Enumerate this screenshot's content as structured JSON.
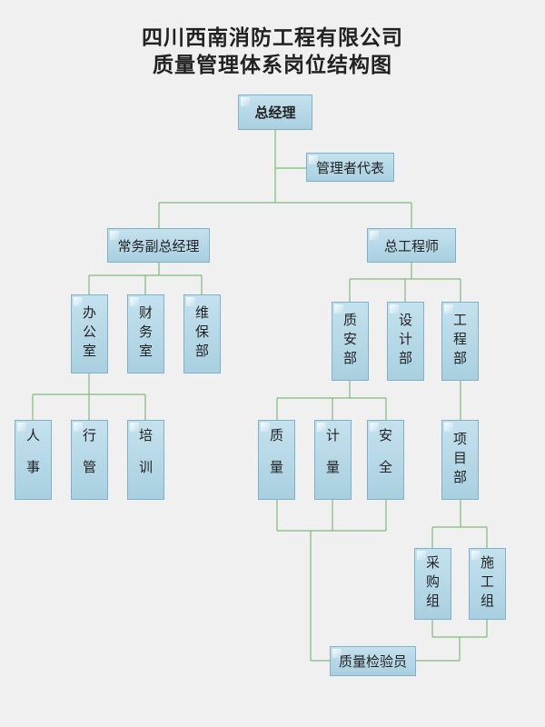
{
  "title": {
    "line1": "四川西南消防工程有限公司",
    "line2": "质量管理体系岗位结构图"
  },
  "nodes": {
    "gm": "总经理",
    "rep": "管理者代表",
    "vgm": "常务副总经理",
    "chief_engineer": "总工程师",
    "office": "办公室",
    "finance": "财务室",
    "maintenance": "维保部",
    "hr": "人事",
    "admin": "行管",
    "training": "培训",
    "qa_safety": "质安部",
    "design": "设计部",
    "engineering": "工程部",
    "quality": "质量",
    "metrology": "计量",
    "safety": "安全",
    "project": "项目部",
    "procurement": "采购组",
    "construction": "施工组",
    "inspector": "质量检验员"
  },
  "colors": {
    "box_fill": "#b3d7e6",
    "box_border": "#7fb2c8",
    "line": "#7dbb7a"
  }
}
